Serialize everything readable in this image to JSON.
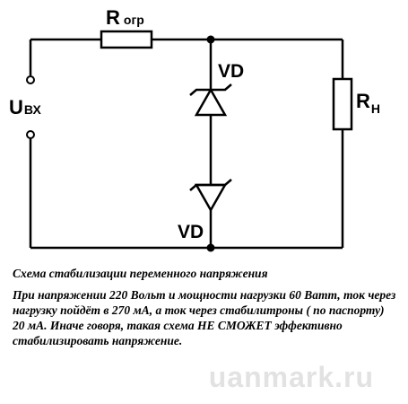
{
  "diagram": {
    "labels": {
      "r_limit_main": "R",
      "r_limit_sub": "огр",
      "u_in_main": "U",
      "u_in_sub": "ВХ",
      "vd_top": "VD",
      "vd_bottom": "VD",
      "r_load_main": "R",
      "r_load_sub": "Н"
    }
  },
  "caption": {
    "title": "Схема стабилизации переменного напряжения",
    "body": "При напряжении 220 Вольт и мощности нагрузки 60 Ватт, ток через нагрузку пойдёт в 270 мА, а ток через стабилитроны ( по паспорту) 20 мА. Иначе говоря, такая схема НЕ СМОЖЕТ эффективно стабилизировать напряжение."
  },
  "watermark": "uanmark.ru"
}
